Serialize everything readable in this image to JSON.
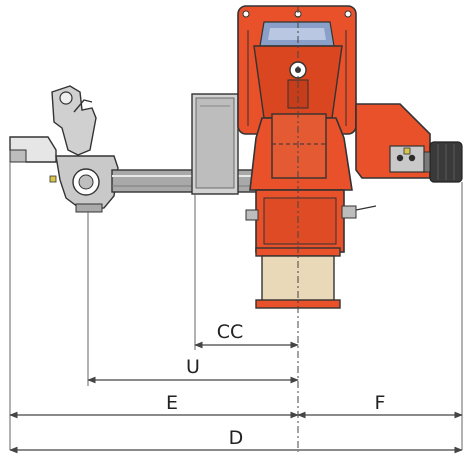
{
  "colors": {
    "burner_red": "#e8512a",
    "burner_dark": "#b8381a",
    "steel_grey": "#9a9a9a",
    "steel_light": "#d2d2d2",
    "flange_tan": "#ead9b8",
    "dimension_line": "#555555"
  },
  "dimensions": {
    "cc": "CC",
    "u": "U",
    "e": "E",
    "f": "F",
    "d": "D"
  }
}
